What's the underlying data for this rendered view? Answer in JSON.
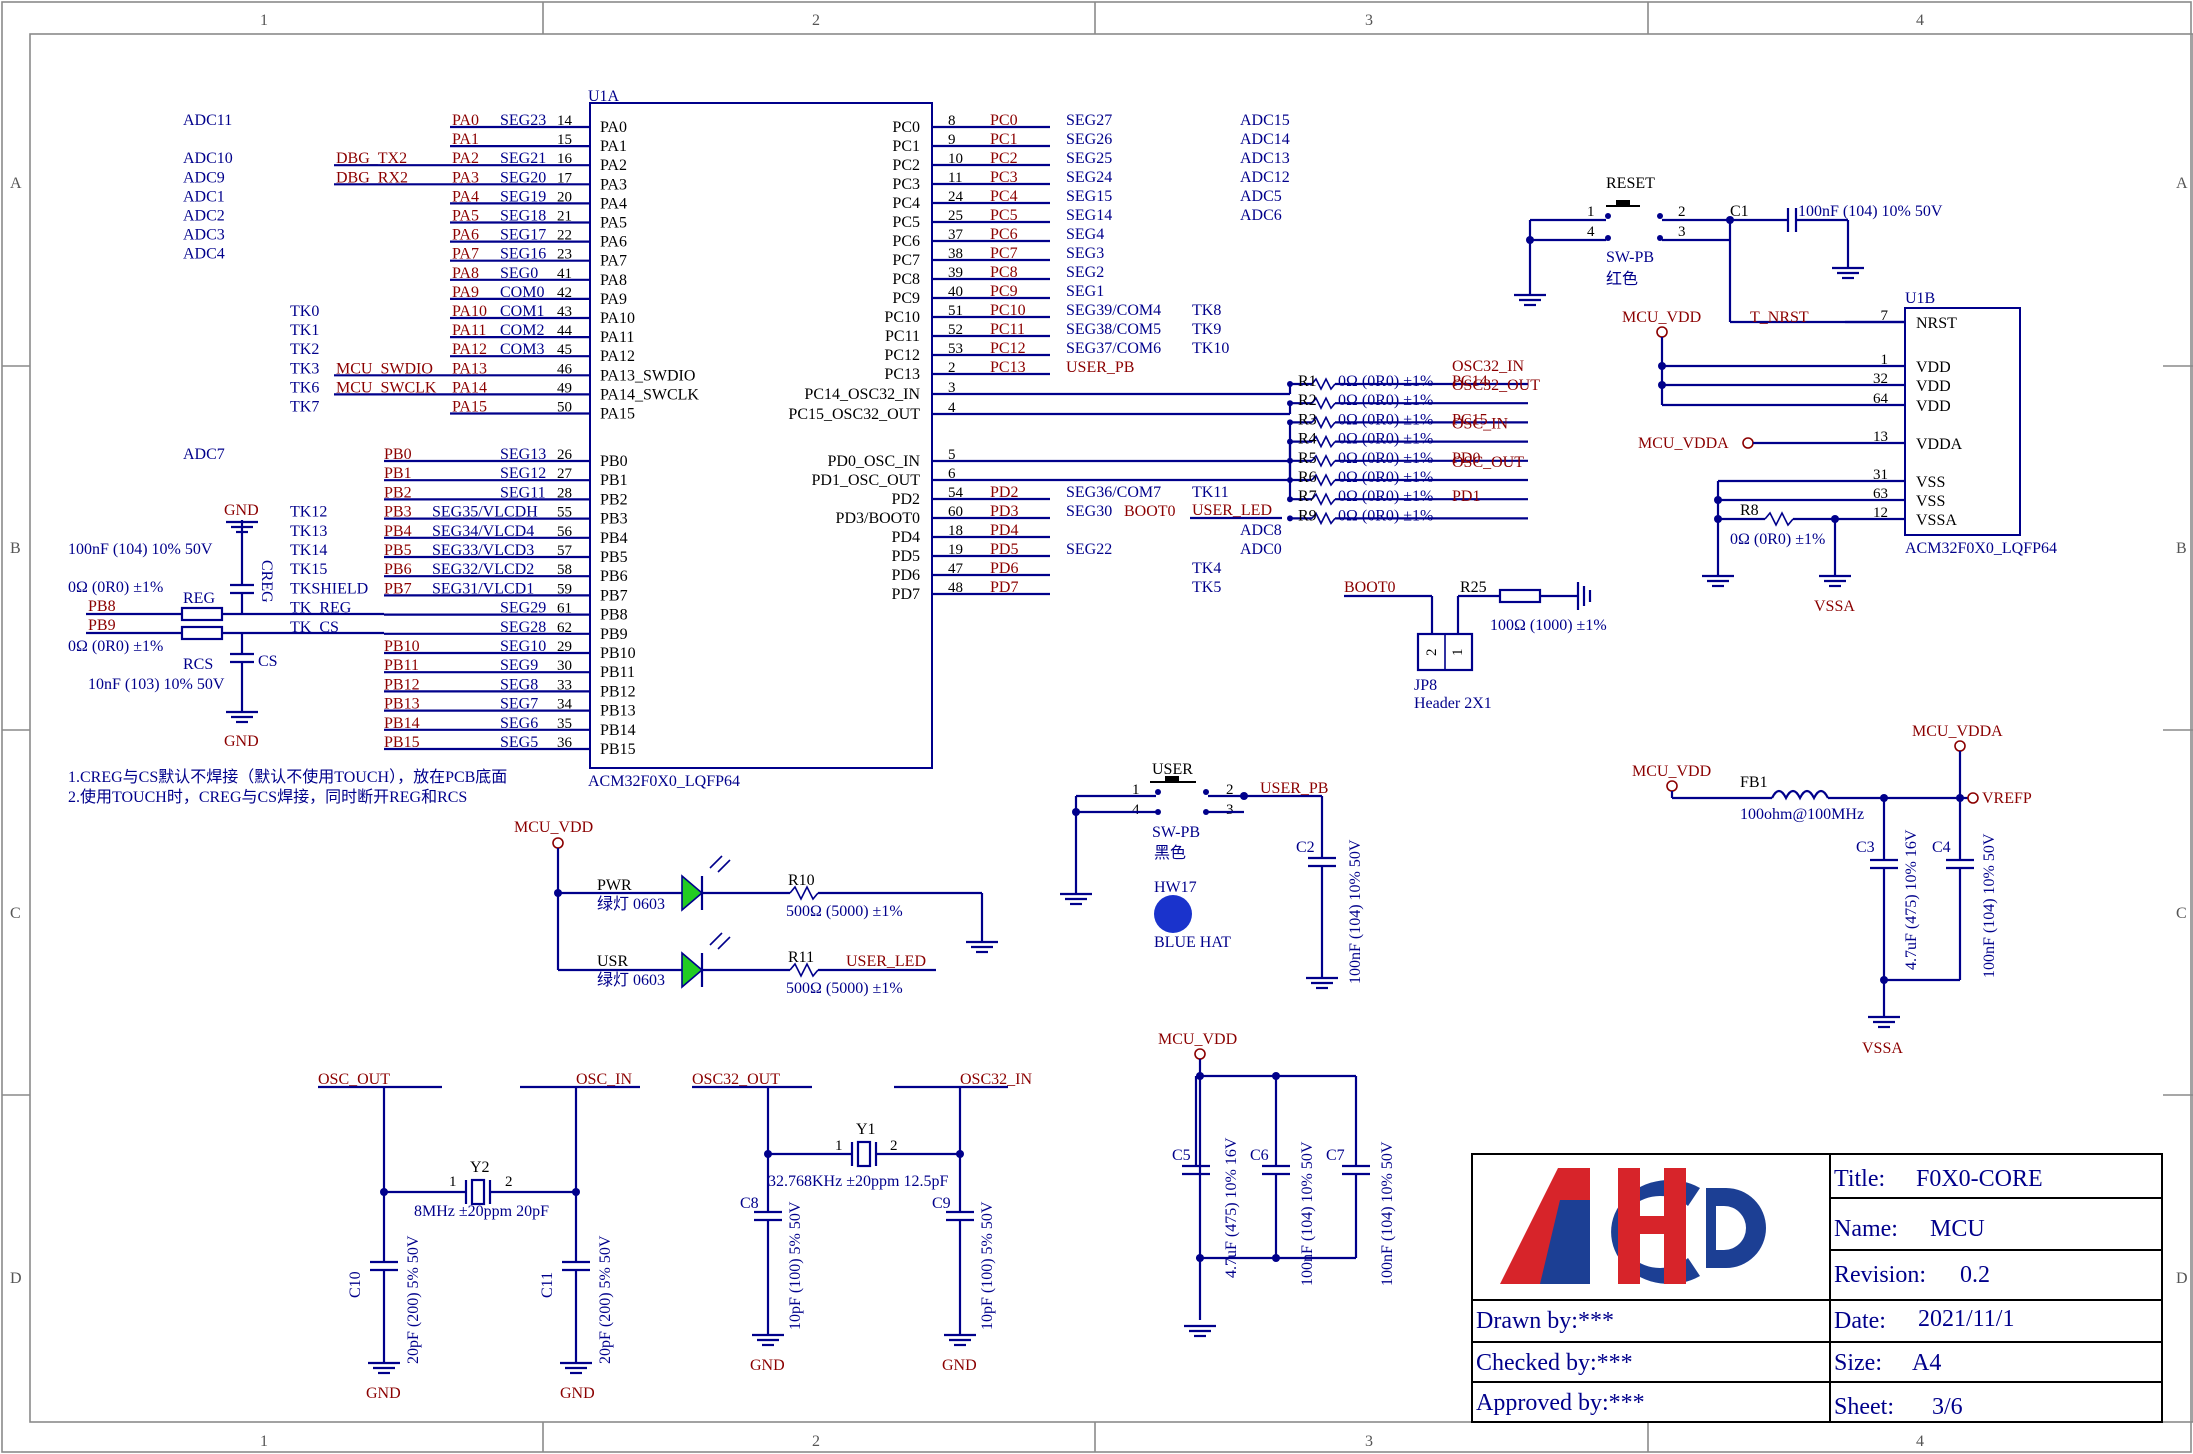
{
  "border": {
    "cols": [
      "1",
      "2",
      "3",
      "4"
    ],
    "rows": [
      "A",
      "B",
      "C",
      "D"
    ]
  },
  "u1a": {
    "ref": "U1A",
    "part": "ACM32F0X0_LQFP64",
    "left_pins": [
      {
        "num": "14",
        "name": "PA0",
        "net": "PA0",
        "seg": "SEG23",
        "ext": "",
        "func": "ADC11"
      },
      {
        "num": "15",
        "name": "PA1",
        "net": "PA1",
        "seg": "",
        "ext": "",
        "func": ""
      },
      {
        "num": "16",
        "name": "PA2",
        "net": "PA2",
        "seg": "SEG21",
        "ext": "DBG_TX2",
        "func": "ADC10"
      },
      {
        "num": "17",
        "name": "PA3",
        "net": "PA3",
        "seg": "SEG20",
        "ext": "DBG_RX2",
        "func": "ADC9"
      },
      {
        "num": "20",
        "name": "PA4",
        "net": "PA4",
        "seg": "SEG19",
        "ext": "",
        "func": "ADC1"
      },
      {
        "num": "21",
        "name": "PA5",
        "net": "PA5",
        "seg": "SEG18",
        "ext": "",
        "func": "ADC2"
      },
      {
        "num": "22",
        "name": "PA6",
        "net": "PA6",
        "seg": "SEG17",
        "ext": "",
        "func": "ADC3"
      },
      {
        "num": "23",
        "name": "PA7",
        "net": "PA7",
        "seg": "SEG16",
        "ext": "",
        "func": "ADC4"
      },
      {
        "num": "41",
        "name": "PA8",
        "net": "PA8",
        "seg": "SEG0",
        "ext": "",
        "func": ""
      },
      {
        "num": "42",
        "name": "PA9",
        "net": "PA9",
        "seg": "COM0",
        "ext": "",
        "func": ""
      },
      {
        "num": "43",
        "name": "PA10",
        "net": "PA10",
        "seg": "COM1",
        "ext": "",
        "func": "TK0"
      },
      {
        "num": "44",
        "name": "PA11",
        "net": "PA11",
        "seg": "COM2",
        "ext": "",
        "func": "TK1"
      },
      {
        "num": "45",
        "name": "PA12",
        "net": "PA12",
        "seg": "COM3",
        "ext": "",
        "func": "TK2"
      },
      {
        "num": "46",
        "name": "PA13_SWDIO",
        "net": "PA13",
        "seg": "",
        "ext": "MCU_SWDIO",
        "func": "TK3"
      },
      {
        "num": "49",
        "name": "PA14_SWCLK",
        "net": "PA14",
        "seg": "",
        "ext": "MCU_SWCLK",
        "func": "TK6"
      },
      {
        "num": "50",
        "name": "PA15",
        "net": "PA15",
        "seg": "",
        "ext": "",
        "func": "TK7"
      },
      {
        "num": "26",
        "name": "PB0",
        "net": "PB0",
        "seg": "SEG13",
        "ext": "",
        "func": "ADC7"
      },
      {
        "num": "27",
        "name": "PB1",
        "net": "PB1",
        "seg": "SEG12",
        "ext": "",
        "func": ""
      },
      {
        "num": "28",
        "name": "PB2",
        "net": "PB2",
        "seg": "SEG11",
        "ext": "",
        "func": ""
      },
      {
        "num": "55",
        "name": "PB3",
        "net": "PB3",
        "seg": "SEG35/VLCDH",
        "ext": "",
        "func": "TK12"
      },
      {
        "num": "56",
        "name": "PB4",
        "net": "PB4",
        "seg": "SEG34/VLCD4",
        "ext": "",
        "func": "TK13"
      },
      {
        "num": "57",
        "name": "PB5",
        "net": "PB5",
        "seg": "SEG33/VLCD3",
        "ext": "",
        "func": "TK14"
      },
      {
        "num": "58",
        "name": "PB6",
        "net": "PB6",
        "seg": "SEG32/VLCD2",
        "ext": "",
        "func": "TK15"
      },
      {
        "num": "59",
        "name": "PB7",
        "net": "PB7",
        "seg": "SEG31/VLCD1",
        "ext": "",
        "func": "TKSHIELD"
      },
      {
        "num": "61",
        "name": "PB8",
        "net": "",
        "seg": "SEG29",
        "ext": "",
        "func": "TK_REG"
      },
      {
        "num": "62",
        "name": "PB9",
        "net": "",
        "seg": "SEG28",
        "ext": "",
        "func": "TK_CS"
      },
      {
        "num": "29",
        "name": "PB10",
        "net": "PB10",
        "seg": "SEG10",
        "ext": "",
        "func": ""
      },
      {
        "num": "30",
        "name": "PB11",
        "net": "PB11",
        "seg": "SEG9",
        "ext": "",
        "func": ""
      },
      {
        "num": "33",
        "name": "PB12",
        "net": "PB12",
        "seg": "SEG8",
        "ext": "",
        "func": ""
      },
      {
        "num": "34",
        "name": "PB13",
        "net": "PB13",
        "seg": "SEG7",
        "ext": "",
        "func": ""
      },
      {
        "num": "35",
        "name": "PB14",
        "net": "PB14",
        "seg": "SEG6",
        "ext": "",
        "func": ""
      },
      {
        "num": "36",
        "name": "PB15",
        "net": "PB15",
        "seg": "SEG5",
        "ext": "",
        "func": ""
      }
    ],
    "right_pins": [
      {
        "num": "8",
        "name": "PC0",
        "net": "PC0",
        "seg": "SEG27",
        "func": "ADC15"
      },
      {
        "num": "9",
        "name": "PC1",
        "net": "PC1",
        "seg": "SEG26",
        "func": "ADC14"
      },
      {
        "num": "10",
        "name": "PC2",
        "net": "PC2",
        "seg": "SEG25",
        "func": "ADC13"
      },
      {
        "num": "11",
        "name": "PC3",
        "net": "PC3",
        "seg": "SEG24",
        "func": "ADC12"
      },
      {
        "num": "24",
        "name": "PC4",
        "net": "PC4",
        "seg": "SEG15",
        "func": "ADC5"
      },
      {
        "num": "25",
        "name": "PC5",
        "net": "PC5",
        "seg": "SEG14",
        "func": "ADC6"
      },
      {
        "num": "37",
        "name": "PC6",
        "net": "PC6",
        "seg": "SEG4",
        "func": ""
      },
      {
        "num": "38",
        "name": "PC7",
        "net": "PC7",
        "seg": "SEG3",
        "func": ""
      },
      {
        "num": "39",
        "name": "PC8",
        "net": "PC8",
        "seg": "SEG2",
        "func": ""
      },
      {
        "num": "40",
        "name": "PC9",
        "net": "PC9",
        "seg": "SEG1",
        "func": ""
      },
      {
        "num": "51",
        "name": "PC10",
        "net": "PC10",
        "seg": "SEG39/COM4",
        "func": "TK8"
      },
      {
        "num": "52",
        "name": "PC11",
        "net": "PC11",
        "seg": "SEG38/COM5",
        "func": "TK9"
      },
      {
        "num": "53",
        "name": "PC12",
        "net": "PC12",
        "seg": "SEG37/COM6",
        "func": "TK10"
      },
      {
        "num": "2",
        "name": "PC13",
        "net": "PC13",
        "seg": "USER_PB",
        "func": ""
      },
      {
        "num": "3",
        "name": "PC14_OSC32_IN",
        "net": "",
        "seg": "",
        "func": ""
      },
      {
        "num": "4",
        "name": "PC15_OSC32_OUT",
        "net": "",
        "seg": "",
        "func": ""
      },
      {
        "num": "5",
        "name": "PD0_OSC_IN",
        "net": "",
        "seg": "",
        "func": ""
      },
      {
        "num": "6",
        "name": "PD1_OSC_OUT",
        "net": "",
        "seg": "",
        "func": ""
      },
      {
        "num": "54",
        "name": "PD2",
        "net": "PD2",
        "seg": "SEG36/COM7",
        "func": "TK11"
      },
      {
        "num": "60",
        "name": "PD3/BOOT0",
        "net": "PD3",
        "seg": "SEG30",
        "func": "BOOT0"
      },
      {
        "num": "18",
        "name": "PD4",
        "net": "PD4",
        "seg": "",
        "func": "ADC8"
      },
      {
        "num": "19",
        "name": "PD5",
        "net": "PD5",
        "seg": "SEG22",
        "func": "ADC0"
      },
      {
        "num": "47",
        "name": "PD6",
        "net": "PD6",
        "seg": "",
        "func": "TK4"
      },
      {
        "num": "48",
        "name": "PD7",
        "net": "PD7",
        "seg": "",
        "func": "TK5"
      }
    ],
    "user_led_net": "USER_LED"
  },
  "resistor_array": {
    "value": "0Ω (0R0) ±1%",
    "items": [
      {
        "ref": "R1",
        "net": "PC14",
        "out": "OSC32_IN"
      },
      {
        "ref": "R2",
        "net": "",
        "out": "OSC32_OUT"
      },
      {
        "ref": "R3",
        "net": "PC15",
        "out": ""
      },
      {
        "ref": "R4",
        "net": "",
        "out": "OSC_IN"
      },
      {
        "ref": "R5",
        "net": "PD0",
        "out": ""
      },
      {
        "ref": "R6",
        "net": "",
        "out": "OSC_OUT"
      },
      {
        "ref": "R7",
        "net": "PD1",
        "out": ""
      },
      {
        "ref": "R9",
        "net": "",
        "out": ""
      }
    ]
  },
  "touch": {
    "gnd": "GND",
    "c_reg_val": "100nF (104) 10% 50V",
    "c_reg_ref": "CREG",
    "r_top_val": "0Ω (0R0) ±1%",
    "reg_ref": "REG",
    "pb8": "PB8",
    "pb9": "PB9",
    "r_bot_val": "0Ω (0R0) ±1%",
    "rcs_ref": "RCS",
    "cs_ref": "CS",
    "c_cs_val": "10nF (103) 10% 50V",
    "note1": "1.CREG与CS默认不焊接（默认不使用TOUCH），放在PCB底面",
    "note2": "2.使用TOUCH时，CREG与CS焊接，同时断开REG和RCS"
  },
  "reset": {
    "label": "RESET",
    "type": "SW-PB",
    "color": "红色",
    "c_ref": "C1",
    "c_val": "100nF (104) 10% 50V",
    "nrst_net": "T_NRST"
  },
  "u1b": {
    "ref": "U1B",
    "part": "ACM32F0X0_LQFP64",
    "pins": [
      {
        "num": "7",
        "name": "NRST"
      },
      {
        "num": "1",
        "name": "VDD"
      },
      {
        "num": "32",
        "name": "VDD"
      },
      {
        "num": "64",
        "name": "VDD"
      },
      {
        "num": "13",
        "name": "VDDA"
      },
      {
        "num": "31",
        "name": "VSS"
      },
      {
        "num": "63",
        "name": "VSS"
      },
      {
        "num": "12",
        "name": "VSSA"
      }
    ],
    "mcu_vdd": "MCU_VDD",
    "mcu_vdda": "MCU_VDDA",
    "r8_ref": "R8",
    "r8_val": "0Ω (0R0) ±1%",
    "vssa": "VSSA"
  },
  "boot": {
    "net": "BOOT0",
    "r_ref": "R25",
    "r_val": "100Ω (1000) ±1%",
    "jp_ref": "JP8",
    "jp_name": "Header 2X1",
    "pin2": "2",
    "pin1": "1"
  },
  "user_btn": {
    "label": "USER",
    "type": "SW-PB",
    "color": "黑色",
    "net": "USER_PB",
    "c_ref": "C2",
    "c_val": "100nF (104) 10% 50V",
    "hw_ref": "HW17",
    "hw_name": "BLUE HAT"
  },
  "leds": {
    "vdd": "MCU_VDD",
    "pwr": {
      "ref": "PWR",
      "desc": "绿灯 0603",
      "r_ref": "R10",
      "r_val": "500Ω (5000) ±1%"
    },
    "usr": {
      "ref": "USR",
      "desc": "绿灯 0603",
      "r_ref": "R11",
      "r_val": "500Ω (5000) ±1%",
      "net": "USER_LED"
    }
  },
  "vref": {
    "vdd": "MCU_VDD",
    "vdda": "MCU_VDDA",
    "fb_ref": "FB1",
    "fb_val": "100ohm@100MHz",
    "vrefp": "VREFP",
    "c3_ref": "C3",
    "c3_val": "4.7uF (475) 10% 16V",
    "c4_ref": "C4",
    "c4_val": "100nF (104) 10% 50V",
    "vssa": "VSSA"
  },
  "osc": {
    "osc_out": "OSC_OUT",
    "osc_in": "OSC_IN",
    "y2_ref": "Y2",
    "y2_val": "8MHz ±20ppm 20pF",
    "c10_ref": "C10",
    "c10_val": "20pF (200) 5% 50V",
    "c11_ref": "C11",
    "c11_val": "20pF (200) 5% 50V",
    "gnd": "GND"
  },
  "osc32": {
    "osc32_out": "OSC32_OUT",
    "osc32_in": "OSC32_IN",
    "y1_ref": "Y1",
    "y1_val": "32.768KHz ±20ppm 12.5pF",
    "c8_ref": "C8",
    "c8_val": "10pF (100) 5% 50V",
    "c9_ref": "C9",
    "c9_val": "10pF (100) 5% 50V",
    "gnd": "GND"
  },
  "decoupling": {
    "vdd": "MCU_VDD",
    "c5_ref": "C5",
    "c5_val": "4.7uF (475) 10% 16V",
    "c6_ref": "C6",
    "c6_val": "100nF (104) 10% 50V",
    "c7_ref": "C7",
    "c7_val": "100nF (104) 10% 50V"
  },
  "title_block": {
    "title_label": "Title:",
    "title": "F0X0-CORE",
    "name_label": "Name:",
    "name": "MCU",
    "rev_label": "Revision:",
    "rev": "0.2",
    "date_label": "Date:",
    "date": "2021/11/1",
    "size_label": "Size:",
    "size": "A4",
    "sheet_label": "Sheet:",
    "sheet": "3/6",
    "drawn": "Drawn by:***",
    "checked": "Checked by:***",
    "approved": "Approved by:***",
    "logo_brand_color": "#d7242a",
    "logo_blue_color": "#1c3f94"
  },
  "colors": {
    "wire": "#00008b",
    "net": "#8b0000",
    "pin": "#000000",
    "led": "#22cc22",
    "hat": "#1a33cc"
  }
}
